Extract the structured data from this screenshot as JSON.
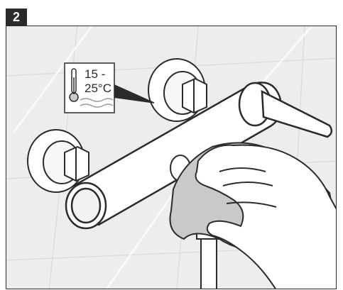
{
  "step": {
    "number": "2"
  },
  "temperature_callout": {
    "line1": "15 -",
    "line2": "25°C",
    "icon": "thermometer-icon"
  },
  "colors": {
    "badge": "#2b2b2b",
    "wall": "#ededed",
    "outline": "#2b2b2b",
    "cloth": "#c9c9c9"
  }
}
